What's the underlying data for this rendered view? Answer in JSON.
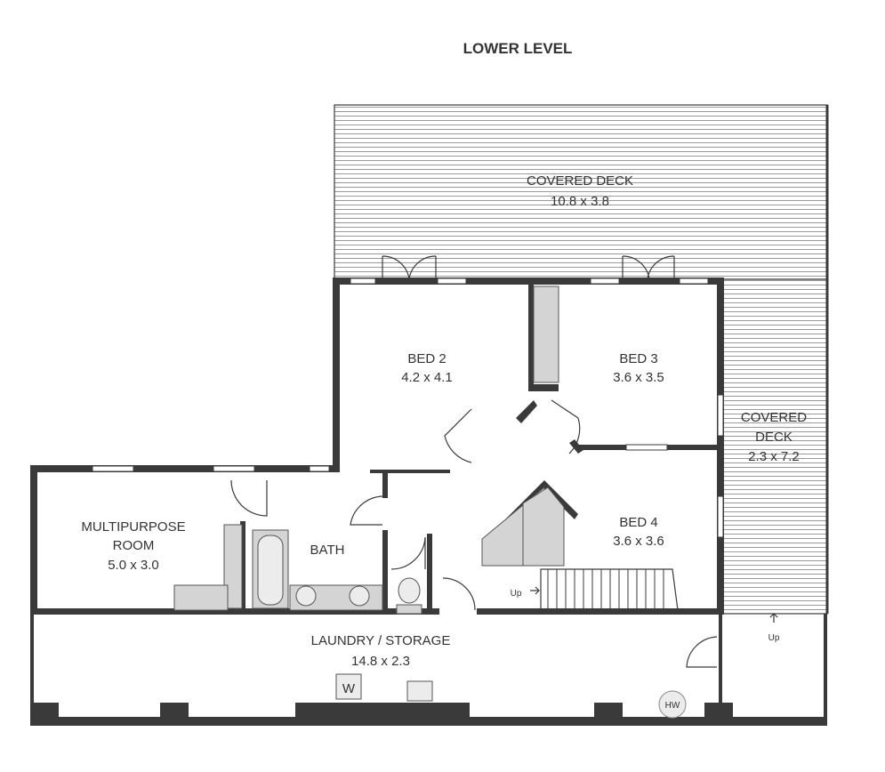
{
  "plan": {
    "title": "LOWER LEVEL",
    "rooms": {
      "covered_deck_top": {
        "name": "COVERED DECK",
        "dims": "10.8 x 3.8"
      },
      "bed2": {
        "name": "BED 2",
        "dims": "4.2 x 4.1"
      },
      "bed3": {
        "name": "BED 3",
        "dims": "3.6 x 3.5"
      },
      "covered_deck_side": {
        "name_line1": "COVERED",
        "name_line2": "DECK",
        "dims": "2.3 x 7.2"
      },
      "multipurpose": {
        "name_line1": "MULTIPURPOSE",
        "name_line2": "ROOM",
        "dims": "5.0 x 3.0"
      },
      "bath": {
        "name": "BATH"
      },
      "bed4": {
        "name": "BED 4",
        "dims": "3.6 x 3.6"
      },
      "laundry": {
        "name": "LAUNDRY / STORAGE",
        "dims": "14.8 x 2.3"
      }
    },
    "markers": {
      "stair_up": "Up",
      "deck_up": "Up",
      "washer": "W",
      "hot_water": "HW"
    }
  }
}
